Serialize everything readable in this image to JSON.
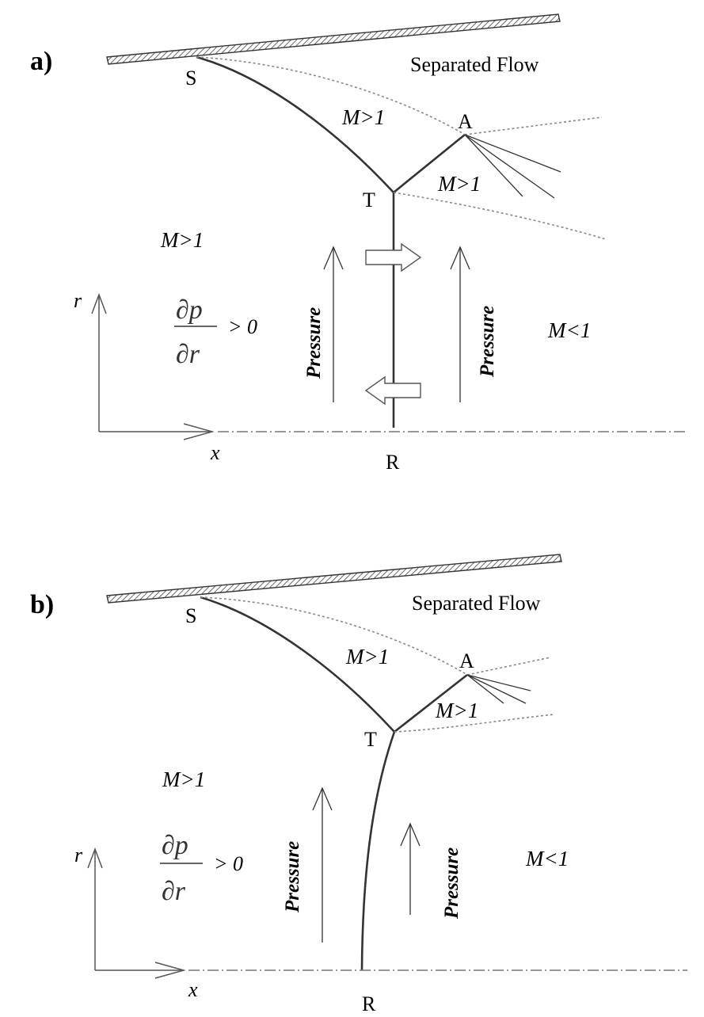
{
  "panels": [
    {
      "id": "a",
      "panel_label": "a)",
      "labels": {
        "separated_flow": "Separated Flow",
        "S": "S",
        "T": "T",
        "A": "A",
        "R": "R",
        "mach_upper": "M>1",
        "mach_reflected": "M>1",
        "mach_left": "M>1",
        "mach_right": "M<1",
        "pressure_left": "Pressure",
        "pressure_right": "Pressure",
        "axis_r": "r",
        "axis_x": "x",
        "gradient_num": "∂p",
        "gradient_den": "∂r",
        "gradient_rel": "> 0"
      }
    },
    {
      "id": "b",
      "panel_label": "b)",
      "labels": {
        "separated_flow": "Separated Flow",
        "S": "S",
        "T": "T",
        "A": "A",
        "R": "R",
        "mach_upper": "M>1",
        "mach_reflected": "M>1",
        "mach_left": "M>1",
        "mach_right": "M<1",
        "pressure_left": "Pressure",
        "pressure_right": "Pressure",
        "axis_r": "r",
        "axis_x": "x",
        "gradient_num": "∂p",
        "gradient_den": "∂r",
        "gradient_rel": "> 0"
      }
    }
  ],
  "colors": {
    "line": "#333333",
    "dotted": "#888888",
    "background": "#ffffff"
  }
}
